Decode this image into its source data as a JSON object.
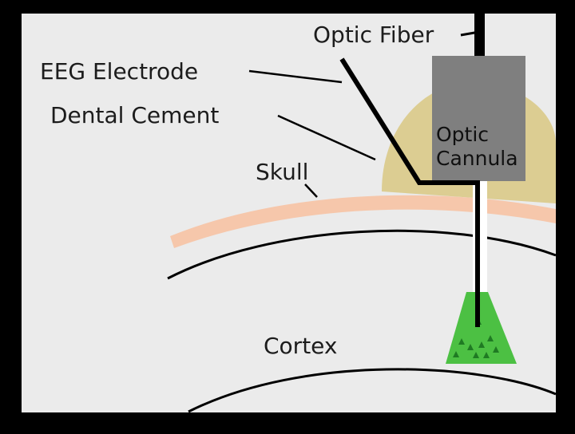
{
  "labels": {
    "optic_fiber": "Optic Fiber",
    "eeg_electrode": "EEG Electrode",
    "dental_cement": "Dental Cement",
    "skull": "Skull",
    "cortex": "Cortex",
    "optic_cannula_line1": "Optic",
    "optic_cannula_line2": "Cannula"
  },
  "colors": {
    "frame": "#000000",
    "background": "#ebebeb",
    "dental_cement": "#dccd92",
    "skull": "#f6c7ab",
    "cannula": "#7f7f7f",
    "light_cone": "#4cc043",
    "wire": "#000000"
  }
}
